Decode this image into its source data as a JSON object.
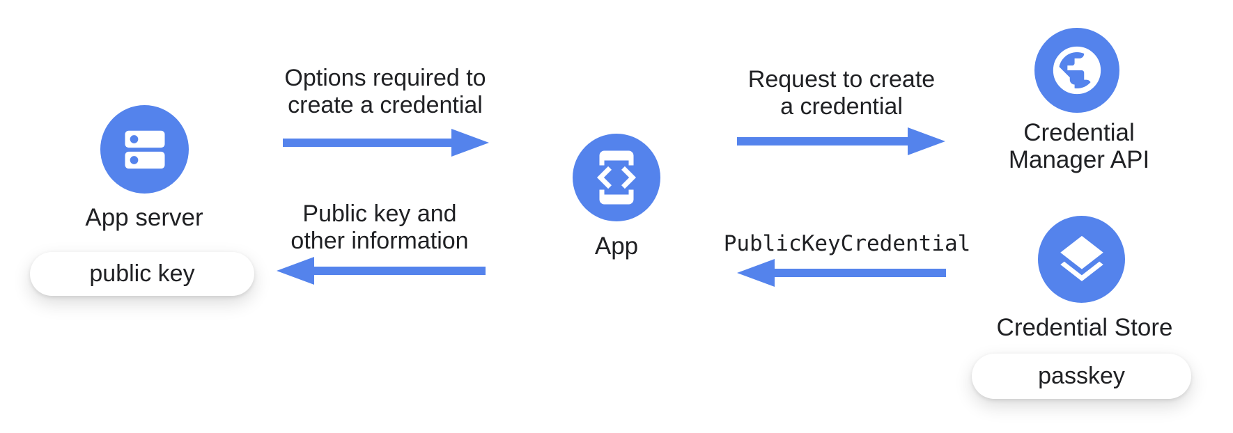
{
  "colors": {
    "accent_blue": "#5483EC",
    "text": "#202124",
    "pill_background": "#FFFFFF"
  },
  "nodes": {
    "app_server": {
      "label": "App server",
      "icon": "server-icon",
      "badge": "public key"
    },
    "app": {
      "label": "App",
      "icon": "phone-code-icon"
    },
    "credential_manager": {
      "label_line1": "Credential",
      "label_line2": "Manager API",
      "icon": "globe-icon"
    },
    "credential_store": {
      "label": "Credential Store",
      "icon": "layers-icon",
      "badge": "passkey"
    }
  },
  "arrows": {
    "options_to_create": {
      "label_line1": "Options required to",
      "label_line2": "create a credential",
      "direction": "right"
    },
    "request_to_create": {
      "label_line1": "Request to create",
      "label_line2": "a credential",
      "direction": "right"
    },
    "public_key_info": {
      "label_line1": "Public key and",
      "label_line2": "other information",
      "direction": "left"
    },
    "public_key_credential": {
      "label": "PublicKeyCredential",
      "direction": "left"
    }
  }
}
